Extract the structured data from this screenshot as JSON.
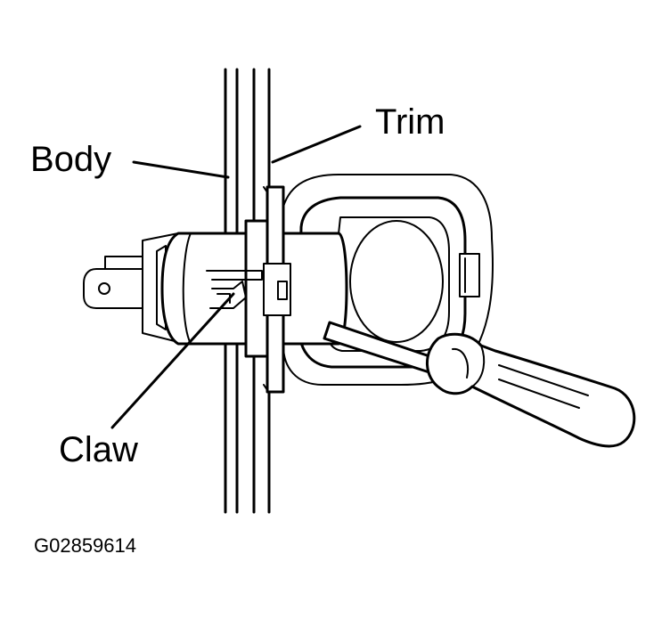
{
  "labels": {
    "body": "Body",
    "trim": "Trim",
    "claw": "Claw",
    "figure_code": "G02859614"
  }
}
